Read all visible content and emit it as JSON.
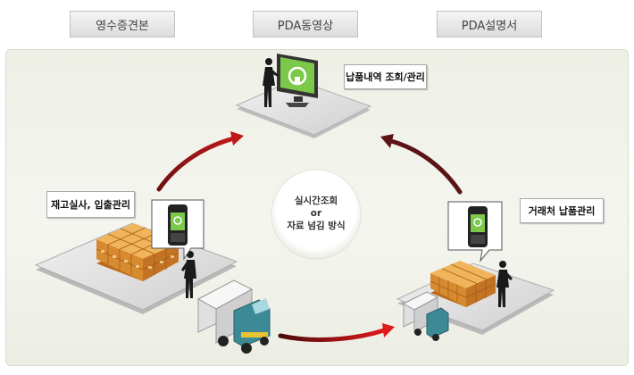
{
  "top_buttons": {
    "receipt": "영수증견본",
    "video": "PDA동영상",
    "manual": "PDA설명서"
  },
  "diagram": {
    "top_node_label": "납품내역 조회/관리",
    "left_node_label": "재고실사, 입출관리",
    "right_node_label": "거래처 납품관리",
    "center_line1": "실시간조회",
    "center_line2": "or",
    "center_line3": "자료 넘김 방식"
  },
  "colors": {
    "arrow_dark": "#5a1414",
    "arrow_red": "#c81414",
    "platform": "#d9d9d9",
    "box_orange": "#e39a3a",
    "truck_cab": "#3c8a96",
    "monitor_screen": "#7cc84a"
  }
}
